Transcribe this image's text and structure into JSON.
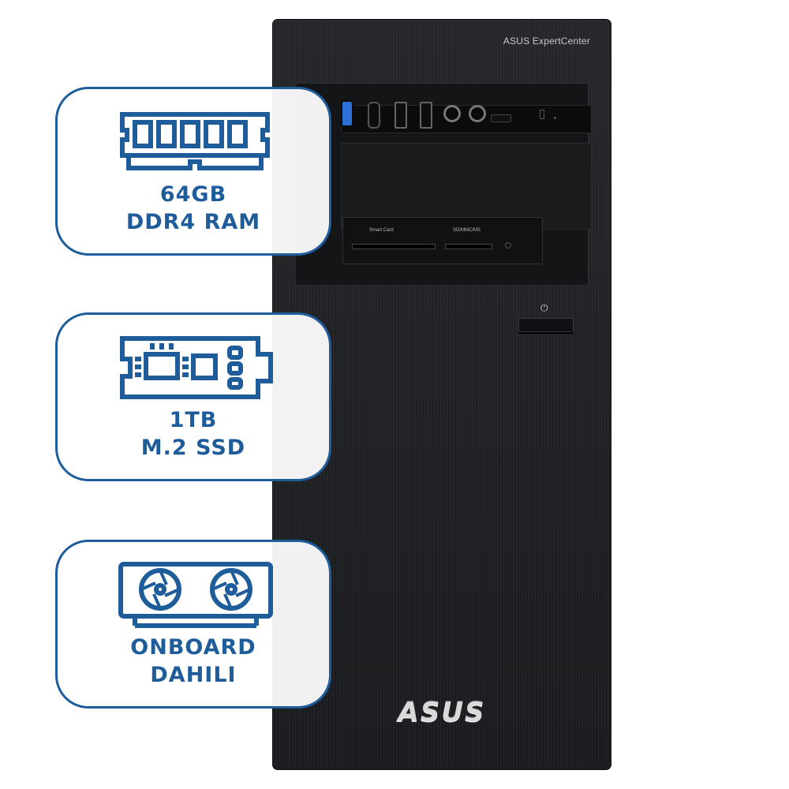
{
  "product": {
    "brand_line": "ASUS ExpertCenter",
    "logo_text": "ASUS",
    "card_reader_labels": [
      "Smart Card",
      "SD/MMC/MS"
    ],
    "power_symbol": "⏻"
  },
  "specs": [
    {
      "icon": "ram-module-icon",
      "line1": "64GB",
      "line2": "DDR4 RAM"
    },
    {
      "icon": "m2-ssd-icon",
      "line1": "1TB",
      "line2": "M.2 SSD"
    },
    {
      "icon": "graphics-card-icon",
      "line1": "ONBOARD",
      "line2": "DAHILI"
    }
  ],
  "colors": {
    "accent": "#1e5c9a",
    "tower": "#1e1f22",
    "usb3_blue": "#2c6fd6"
  }
}
